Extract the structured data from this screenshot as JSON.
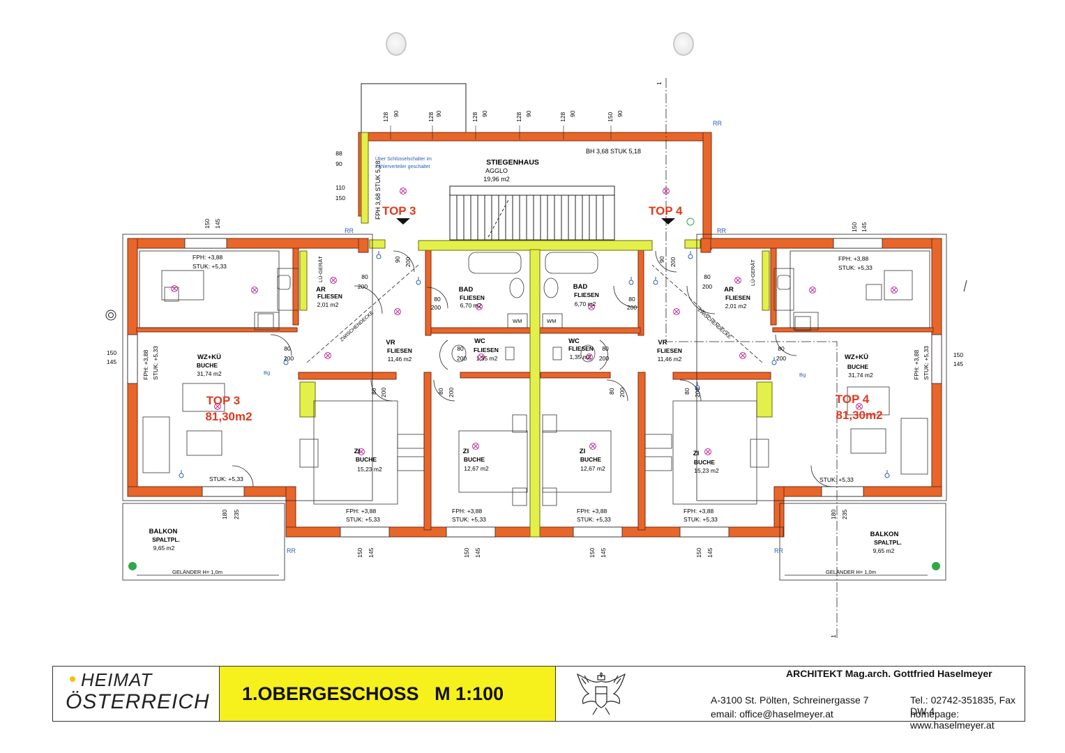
{
  "plan": {
    "stairwell": {
      "name": "STIEGENHAUS",
      "floor": "AGGLO",
      "area": "19,96 m2",
      "note_top": "BH 3,68 STUK 5,18",
      "note_side": "FPH 3,68 STUK 5,18",
      "switch_note_1": "Über Schlüsselschalter im",
      "switch_note_2": "Zählerverteiler geschaltet"
    },
    "top3": {
      "entry_label": "TOP 3",
      "label": "TOP 3",
      "area": "81,30m2"
    },
    "top4": {
      "entry_label": "TOP 4",
      "label": "TOP 4",
      "area": "81,30m2"
    },
    "left": {
      "ar": {
        "name": "AR",
        "floor": "FLIESEN",
        "area": "2,01 m2"
      },
      "bad": {
        "name": "BAD",
        "floor": "FLIESEN",
        "area": "6,70 m2"
      },
      "wc": {
        "name": "WC",
        "floor": "FLIESEN",
        "area": "1,35 m2"
      },
      "vr": {
        "name": "VR",
        "floor": "FLIESEN",
        "area": "11,46 m2"
      },
      "wz": {
        "name": "WZ+KÜ",
        "floor": "BUCHE",
        "area": "31,74 m2"
      },
      "zi_a": {
        "name": "ZI",
        "floor": "BUCHE",
        "area": "15,23 m2"
      },
      "zi_b": {
        "name": "ZI",
        "floor": "BUCHE",
        "area": "12,67 m2"
      },
      "balkon": {
        "name": "BALKON",
        "floor": "SPALTPL.",
        "area": "9,65 m2",
        "railing": "GELÄNDER H= 1,0m"
      },
      "lu": "LÜ-GERÄT",
      "zwischendecke": "ZWISCHENDECKE",
      "kitchen_fph": "FPH:   +3,88",
      "kitchen_stuk": "STUK: +5,33",
      "wz_fph": "FPH: +3,88",
      "wz_stuk": "STUK: +5,33",
      "wz_stuk2": "STUK: +5,33",
      "zi_fph": "FPH:   +3,88",
      "zi_stuk": "STUK: +5,33",
      "zib_fph": "FPH:   +3,88",
      "zib_stuk": "STUK: +5,33"
    },
    "right": {
      "ar": {
        "name": "AR",
        "floor": "FLIESEN",
        "area": "2,01 m2"
      },
      "bad": {
        "name": "BAD",
        "floor": "FLIESEN",
        "area": "6,70 m2"
      },
      "wc": {
        "name": "WC",
        "floor": "FLIESEN",
        "area": "1,35 m2"
      },
      "vr": {
        "name": "VR",
        "floor": "FLIESEN",
        "area": "11,46 m2"
      },
      "wz": {
        "name": "WZ+KÜ",
        "floor": "BUCHE",
        "area": "31,74 m2"
      },
      "zi_a": {
        "name": "ZI",
        "floor": "BUCHE",
        "area": "15,23 m2"
      },
      "zi_b": {
        "name": "ZI",
        "floor": "BUCHE",
        "area": "12,67 m2"
      },
      "balkon": {
        "name": "BALKON",
        "floor": "SPALTPL.",
        "area": "9,65 m2",
        "railing": "GELÄNDER H= 1,0m"
      },
      "lu": "LÜ-GERÄT",
      "zwischendecke": "ZWISCHENDECKE",
      "kitchen_fph": "FPH:   +3,88",
      "kitchen_stuk": "STUK: +5,33",
      "wz_fph": "FPH: +3,88",
      "wz_stuk": "STUK: +5,33",
      "wz_stuk2": "STUK: +5,33",
      "zi_fph": "FPH:   +3,88",
      "zi_stuk": "STUK: +5,33",
      "zib_fph": "FPH:   +3,88",
      "zib_stuk": "STUK: +5,33"
    },
    "dims": {
      "d80": "80",
      "d90": "90",
      "d88": "88",
      "d110": "110",
      "d128": "128",
      "d150": "150",
      "d145": "145",
      "d180": "180",
      "d200": "200",
      "d235": "235"
    },
    "labels": {
      "rr": "RR",
      "wm": "WM",
      "bg": "Bg",
      "section": "1"
    }
  },
  "title_block": {
    "logo_line1": "HEIMAT",
    "logo_line2": "ÖSTERREICH",
    "drawing_title": "1.OBERGESCHOSS   M 1:100",
    "architect": "ARCHITEKT Mag.arch. Gottfried Haselmeyer",
    "address": "A-3100 St. Pölten, Schreinergasse 7",
    "email": "email: office@haselmeyer.at",
    "phone": "Tel.: 02742-351835, Fax DW 4",
    "homepage": "homepage: www.haselmeyer.at"
  },
  "colors": {
    "wall": "#e8662a",
    "wall_stroke": "#7a2a10",
    "yellow": "#e4f04a",
    "red_label": "#e2381e",
    "dim": "#222",
    "symbol": "#c0309a"
  }
}
